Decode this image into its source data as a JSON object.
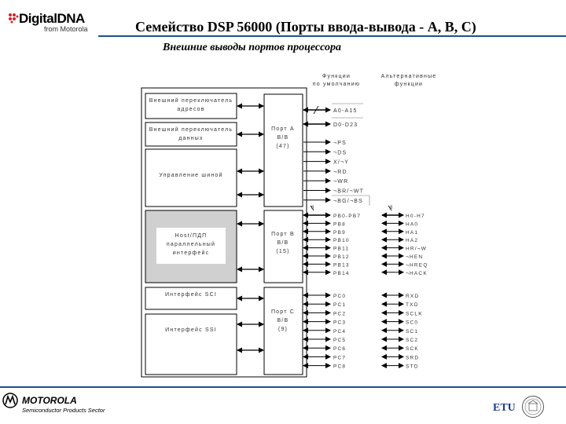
{
  "header": {
    "logo_text": "DigitalDNA",
    "logo_sub": "from Motorola",
    "title": "Семейство DSP 56000 (Порты ввода-вывода - A, B, C)",
    "subtitle": "Внешние выводы портов процессора"
  },
  "footer": {
    "brand": "MOTOROLA",
    "brand_sub": "Semiconductor Products Sector",
    "etu": "ETU"
  },
  "diagram": {
    "column_headers": {
      "primary": [
        "Функции",
        "по умолчанию"
      ],
      "alternate": [
        "Альтернативные",
        "функции"
      ]
    },
    "left_blocks": [
      {
        "lines": [
          "Внешний переключатель",
          "адресов"
        ]
      },
      {
        "lines": [
          "Внешний переключатель",
          "данных"
        ]
      },
      {
        "lines": [
          "Управление шиной"
        ]
      },
      {
        "lines": [
          "Host/ПДП",
          "параллельный",
          "интерфейс"
        ]
      },
      {
        "lines": [
          "Интерфейс SCI"
        ]
      },
      {
        "lines": [
          "Интерфейс SSI"
        ]
      }
    ],
    "ports": [
      {
        "lines": [
          "Порт A",
          "В/В",
          "(47)"
        ]
      },
      {
        "lines": [
          "Порт B",
          "В/В",
          "(15)"
        ]
      },
      {
        "lines": [
          "Порт C",
          "В/В",
          "(9)"
        ]
      }
    ],
    "bus_count": "8",
    "port_a_bus": [
      "A0-A15",
      "D0-D23"
    ],
    "port_a_pins": [
      "¬PS",
      "¬DS",
      "X/¬Y",
      "¬RD",
      "¬WR",
      "¬BR/¬WT",
      "¬BG/¬BS"
    ],
    "port_b_pins": [
      "PB0-PB7",
      "PB8",
      "PB9",
      "PB10",
      "PB11",
      "PB12",
      "PB13",
      "PB14"
    ],
    "port_b_alt": [
      "H0-H7",
      "HA0",
      "HA1",
      "HA2",
      "HR/¬W",
      "¬HEN",
      "¬HREQ",
      "¬HACK"
    ],
    "port_c_pins": [
      "PC0",
      "PC1",
      "PC2",
      "PC3",
      "PC4",
      "PC5",
      "PC6",
      "PC7",
      "PC8"
    ],
    "port_c_alt": [
      "RXD",
      "TXD",
      "SCLK",
      "SC0",
      "SC1",
      "SC2",
      "SCK",
      "SRD",
      "STD"
    ]
  }
}
